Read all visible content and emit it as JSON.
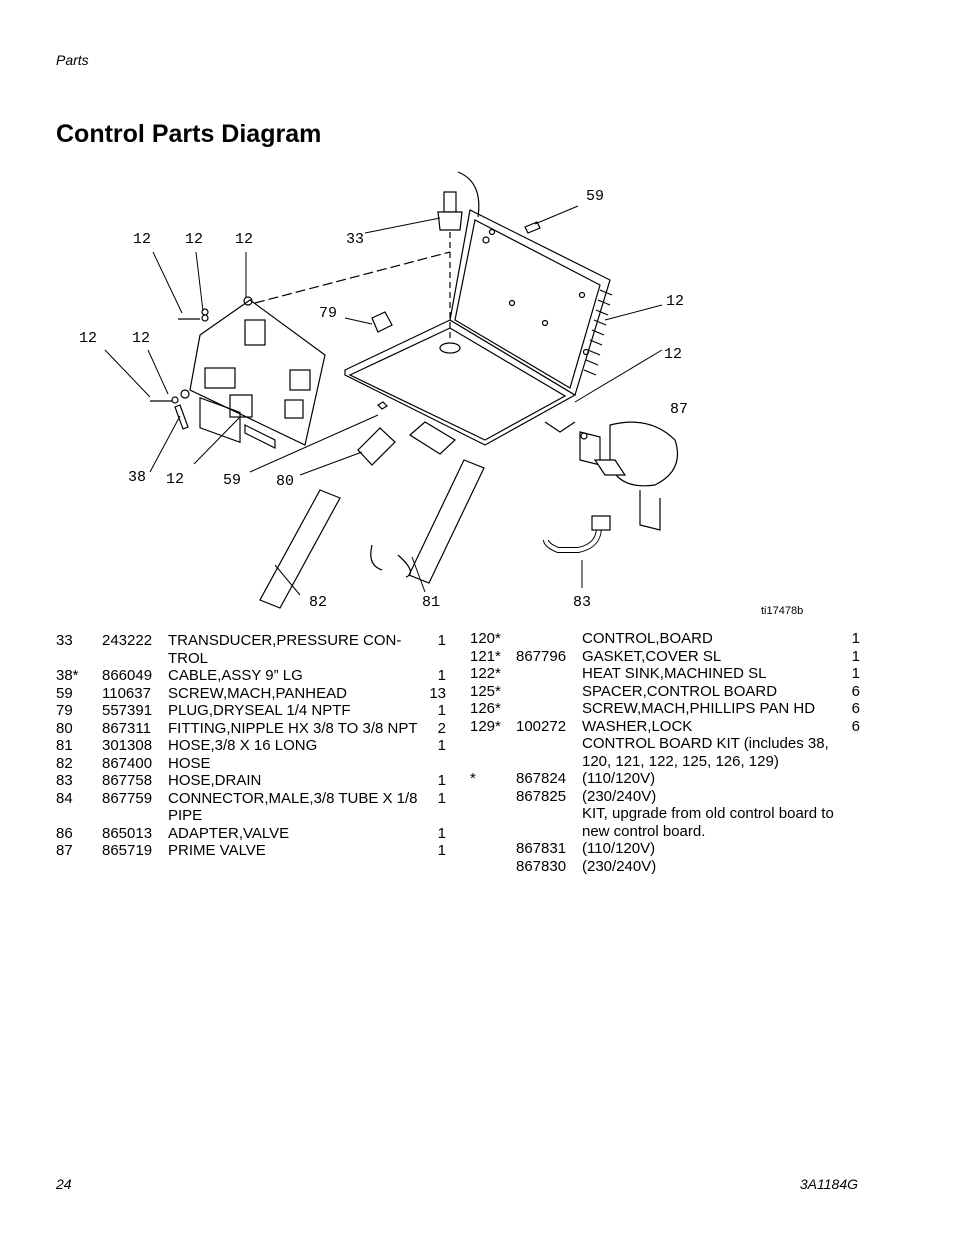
{
  "header": {
    "section": "Parts"
  },
  "title": "Control Parts Diagram",
  "diagram": {
    "callouts": [
      "12",
      "12",
      "12",
      "33",
      "59",
      "79",
      "12",
      "12",
      "12",
      "12",
      "87",
      "38",
      "12",
      "59",
      "80",
      "82",
      "81",
      "83"
    ],
    "figure_id": "ti17478b"
  },
  "parts_left": [
    {
      "ref": "33",
      "part": "243222",
      "desc": "TRANSDUCER,PRESSURE CON-TROL",
      "qty": "1"
    },
    {
      "ref": "38*",
      "part": "866049",
      "desc": "CABLE,ASSY 9” LG",
      "qty": "1"
    },
    {
      "ref": "59",
      "part": "110637",
      "desc": "SCREW,MACH,PANHEAD",
      "qty": "13"
    },
    {
      "ref": "79",
      "part": "557391",
      "desc": "PLUG,DRYSEAL 1/4 NPTF",
      "qty": "1"
    },
    {
      "ref": "80",
      "part": "867311",
      "desc": "FITTING,NIPPLE HX 3/8 TO 3/8 NPT",
      "qty": "2"
    },
    {
      "ref": "81",
      "part": "301308",
      "desc": "HOSE,3/8 X 16 LONG",
      "qty": "1"
    },
    {
      "ref": "82",
      "part": "867400",
      "desc": "HOSE",
      "qty": ""
    },
    {
      "ref": "83",
      "part": "867758",
      "desc": "HOSE,DRAIN",
      "qty": "1"
    },
    {
      "ref": "84",
      "part": "867759",
      "desc": "CONNECTOR,MALE,3/8 TUBE X 1/8 PIPE",
      "qty": "1"
    },
    {
      "ref": "86",
      "part": "865013",
      "desc": "ADAPTER,VALVE",
      "qty": "1"
    },
    {
      "ref": "87",
      "part": "865719",
      "desc": "PRIME VALVE",
      "qty": "1"
    }
  ],
  "parts_right": [
    {
      "ref": "120*",
      "part": "",
      "desc": "CONTROL,BOARD",
      "qty": "1"
    },
    {
      "ref": "121*",
      "part": "867796",
      "desc": "GASKET,COVER SL",
      "qty": "1"
    },
    {
      "ref": "122*",
      "part": "",
      "desc": "HEAT SINK,MACHINED SL",
      "qty": "1"
    },
    {
      "ref": "125*",
      "part": "",
      "desc": "SPACER,CONTROL BOARD",
      "qty": "6"
    },
    {
      "ref": "126*",
      "part": "",
      "desc": "SCREW,MACH,PHILLIPS PAN HD",
      "qty": "6"
    },
    {
      "ref": "129*",
      "part": "100272",
      "desc": "WASHER,LOCK",
      "qty": "6"
    },
    {
      "ref": "",
      "part": "",
      "desc": "CONTROL BOARD KIT (includes 38, 120, 121, 122, 125, 126, 129)",
      "qty": ""
    },
    {
      "ref": "*",
      "part": "867824",
      "desc": "(110/120V)",
      "qty": ""
    },
    {
      "ref": "",
      "part": "867825",
      "desc": "(230/240V)",
      "qty": ""
    },
    {
      "ref": "",
      "part": "",
      "desc": "KIT, upgrade from old control board to new control board.",
      "qty": ""
    },
    {
      "ref": "",
      "part": "867831",
      "desc": "(110/120V)",
      "qty": ""
    },
    {
      "ref": "",
      "part": "867830",
      "desc": "(230/240V)",
      "qty": ""
    }
  ],
  "footer": {
    "page": "24",
    "doc": "3A1184G"
  }
}
